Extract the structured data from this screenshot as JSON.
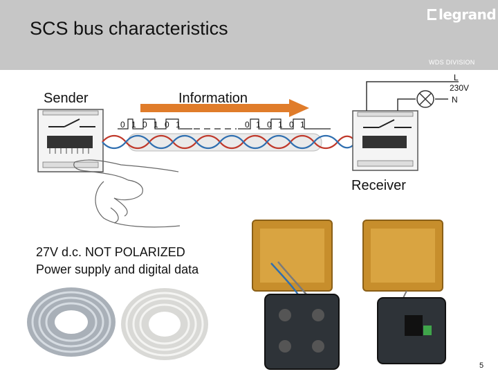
{
  "header": {
    "title": "SCS bus characteristics",
    "brand": "legrand",
    "division": "WDS DIVISION",
    "header_color": "#c6c6c6"
  },
  "diagram": {
    "sender_label": "Sender",
    "information_label": "Information",
    "receiver_label": "Receiver",
    "line_label": "L",
    "voltage_label": "230V",
    "neutral_label": "N",
    "bits_group1": "0 1 0 1 0 1",
    "bits_group2": "0 1 0 1 0 1",
    "arrow_color": "#e07c2a",
    "wire_colors": [
      "#c0392b",
      "#2f6fb0"
    ]
  },
  "caption": {
    "line1": "27V d.c. NOT POLARIZED",
    "line2": "Power supply and digital data"
  },
  "page_number": "5"
}
